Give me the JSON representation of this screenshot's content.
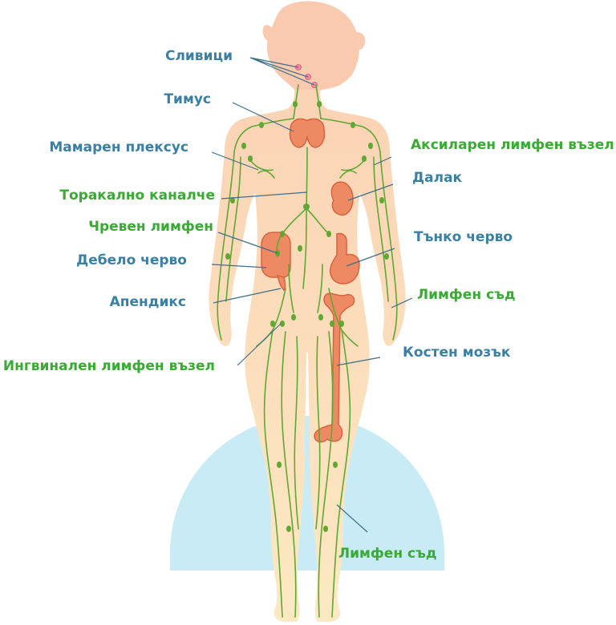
{
  "colors": {
    "blue_label": "#3b7fa3",
    "green_label": "#3aaa35",
    "skin": "#fbd9b8",
    "skin_head": "#f9c9b0",
    "lymph": "#5fa832",
    "organ": "#ee8a63",
    "semicircle": "#c9ebf6",
    "leader_line": "#3d6f87"
  },
  "labels": {
    "tonsils": "Сливици",
    "thymus": "Тимус",
    "mammary_plexus": "Мамарен плексус",
    "thoracic_duct": "Торакално каналче",
    "intestinal_lymph": "Чревен лимфен",
    "large_intestine": "Дебело черво",
    "appendix": "Апендикс",
    "inguinal_node": "Ингвинален лимфен възел",
    "axillary_node": "Аксиларен лимфен възел",
    "spleen": "Далак",
    "small_intestine": "Тънко черво",
    "lymph_vessel": "Лимфен съд",
    "bone_marrow": "Костен мозък",
    "lymph_vessel_leg": "Лимфен съд"
  }
}
